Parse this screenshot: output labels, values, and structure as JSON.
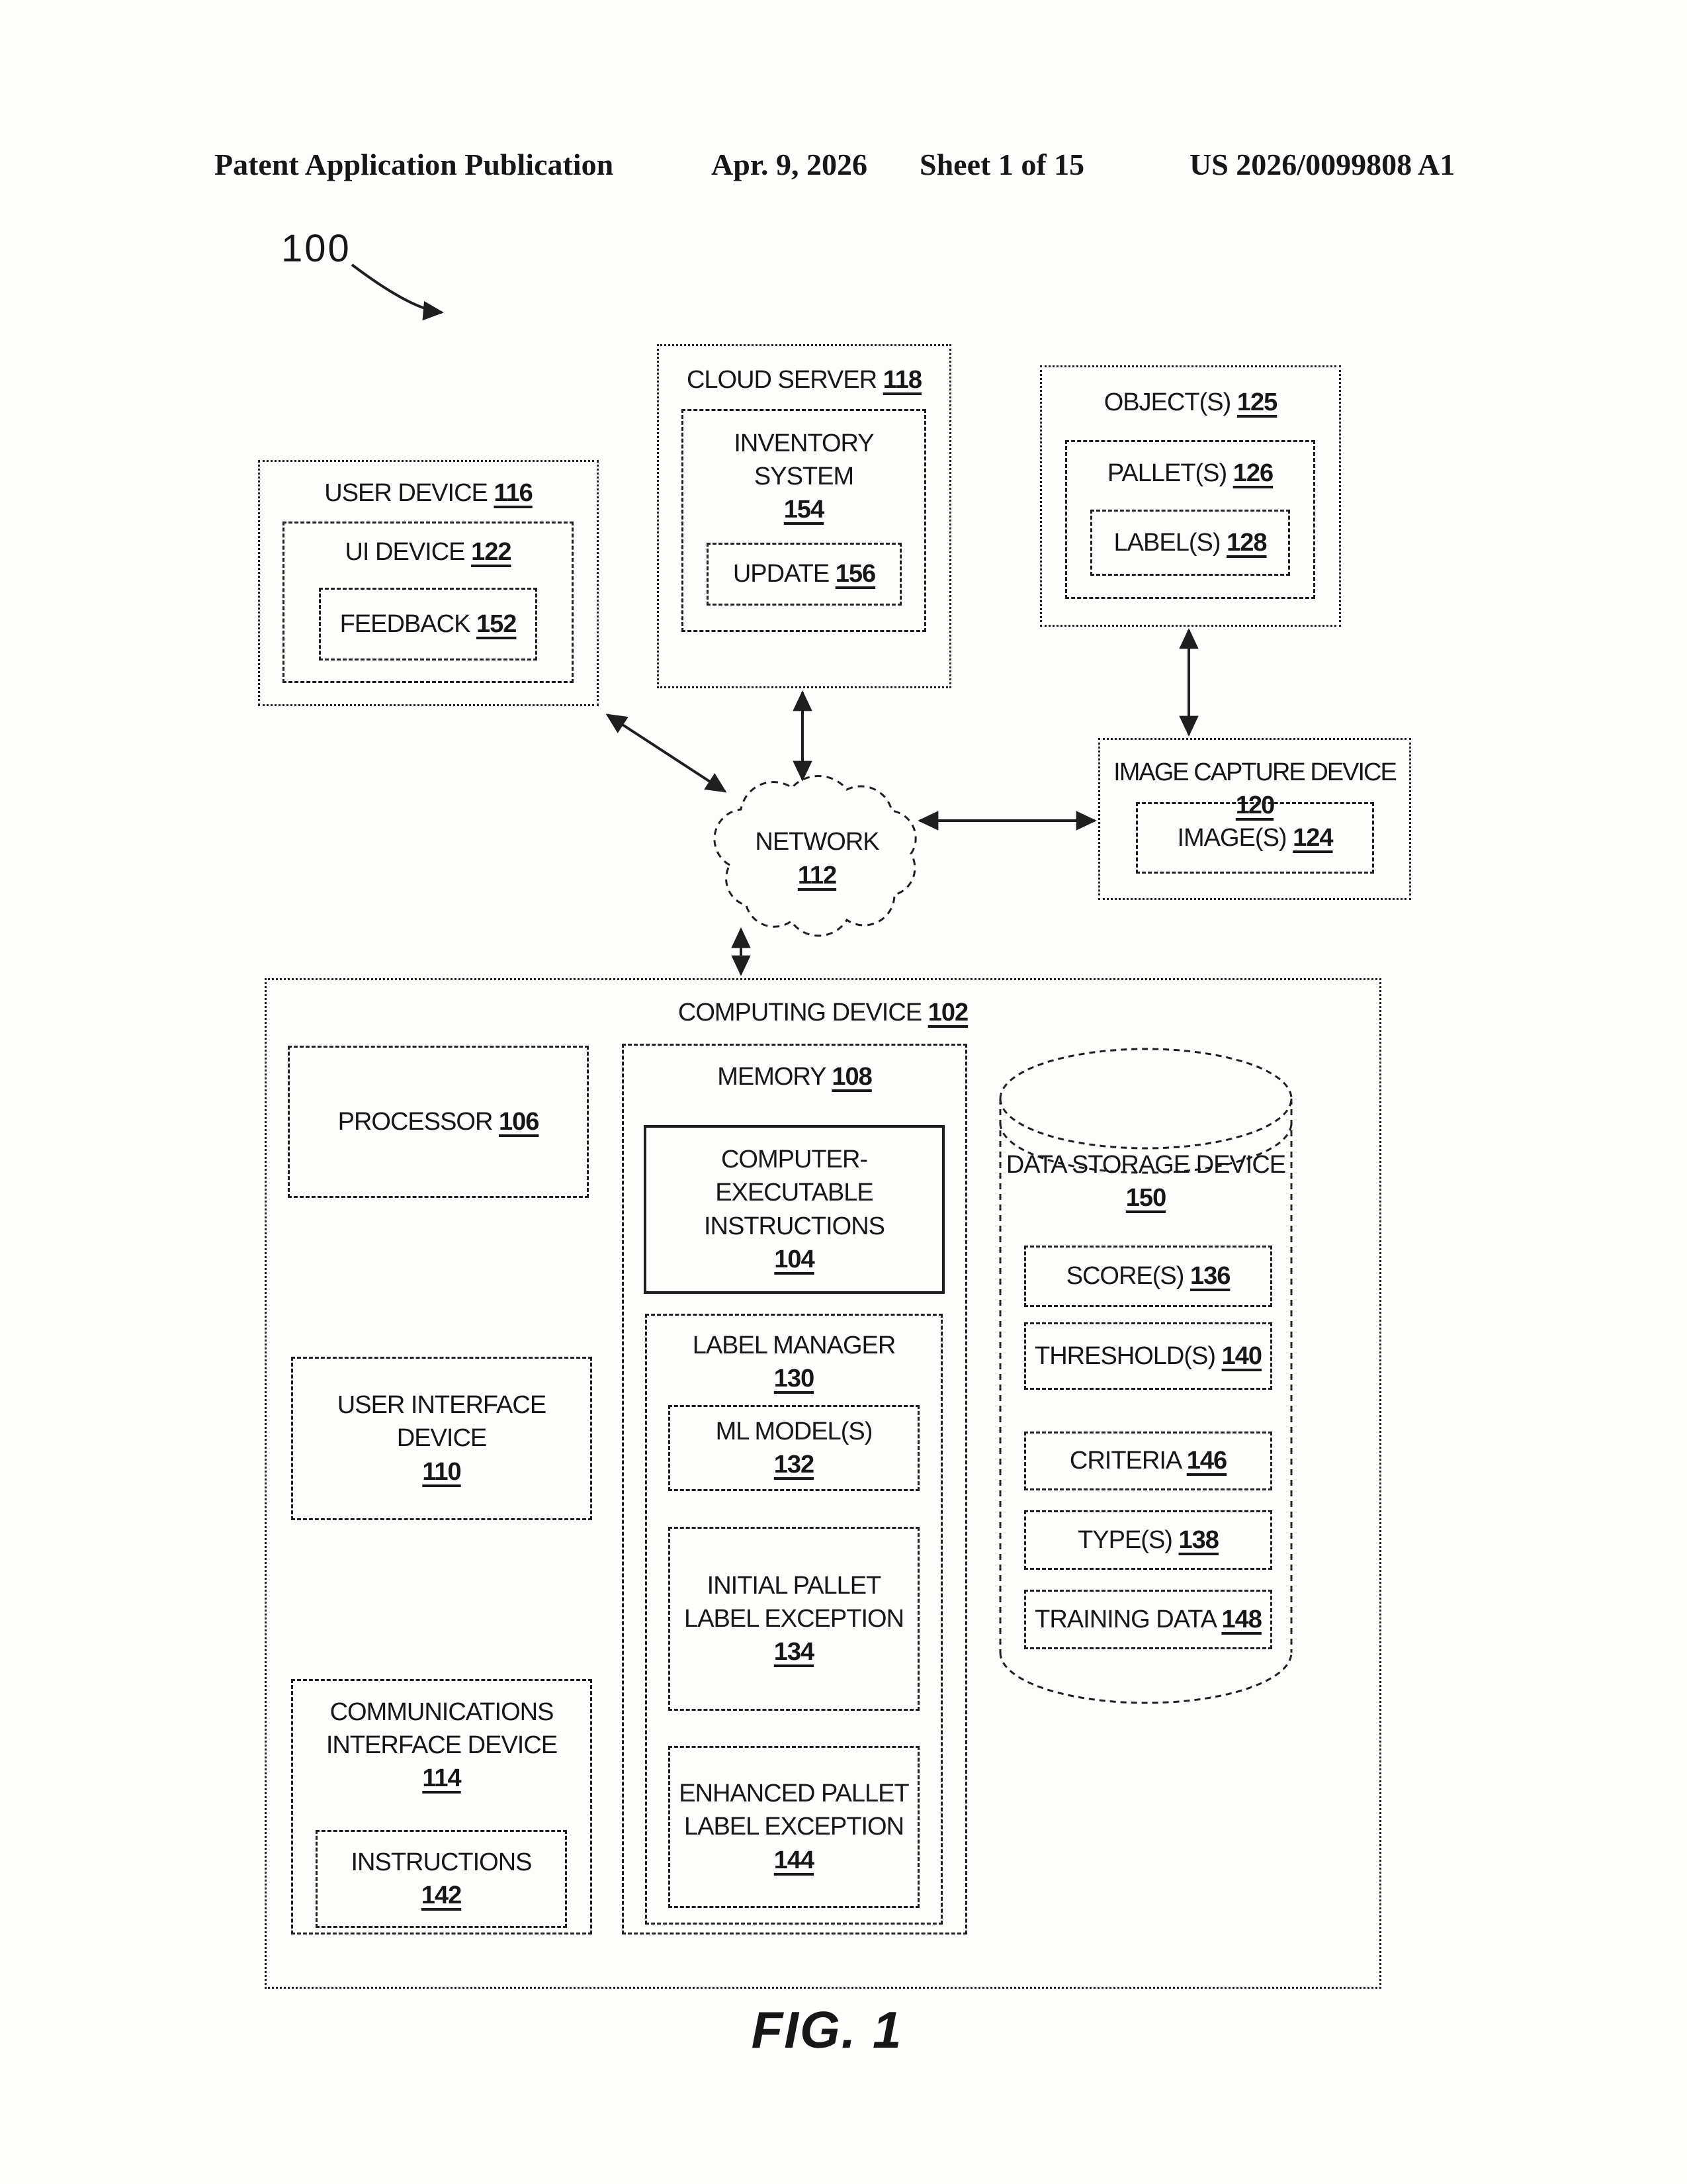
{
  "header": {
    "publication": "Patent Application Publication",
    "date": "Apr. 9, 2026",
    "sheet": "Sheet 1 of 15",
    "pub_number": "US 2026/0099808 A1"
  },
  "figure_label": "FIG. 1",
  "diagram_ref": "100",
  "nodes": {
    "user_device": {
      "label": "USER DEVICE ",
      "ref": "116"
    },
    "ui_device": {
      "label": "UI DEVICE ",
      "ref": "122"
    },
    "feedback": {
      "label": "FEEDBACK ",
      "ref": "152"
    },
    "cloud_server": {
      "label": "CLOUD SERVER ",
      "ref": "118"
    },
    "inventory_system": {
      "label": "INVENTORY\nSYSTEM\n",
      "ref": "154"
    },
    "update": {
      "label": "UPDATE ",
      "ref": "156"
    },
    "objects": {
      "label": "OBJECT(S) ",
      "ref": "125"
    },
    "pallets": {
      "label": "PALLET(S) ",
      "ref": "126"
    },
    "labels": {
      "label": "LABEL(S) ",
      "ref": "128"
    },
    "network": {
      "label": "NETWORK\n",
      "ref": "112"
    },
    "image_capture_device": {
      "label": "IMAGE CAPTURE DEVICE ",
      "ref": "120"
    },
    "images": {
      "label": "IMAGE(S) ",
      "ref": "124"
    },
    "computing_device": {
      "label": "COMPUTING DEVICE ",
      "ref": "102"
    },
    "processor": {
      "label": "PROCESSOR ",
      "ref": "106"
    },
    "memory": {
      "label": "MEMORY ",
      "ref": "108"
    },
    "computer_executable_instructions": {
      "label": "COMPUTER-\nEXECUTABLE\nINSTRUCTIONS\n",
      "ref": "104"
    },
    "label_manager": {
      "label": "LABEL MANAGER\n",
      "ref": "130"
    },
    "ml_models": {
      "label": "ML MODEL(S)\n",
      "ref": "132"
    },
    "initial_pallet_label_exception": {
      "label": "INITIAL PALLET\nLABEL EXCEPTION\n",
      "ref": "134"
    },
    "enhanced_pallet_label_exception": {
      "label": "ENHANCED PALLET\nLABEL EXCEPTION\n",
      "ref": "144"
    },
    "user_interface_device": {
      "label": "USER INTERFACE\nDEVICE\n",
      "ref": "110"
    },
    "comms_interface_device": {
      "label": "COMMUNICATIONS\nINTERFACE DEVICE\n",
      "ref": "114"
    },
    "instructions": {
      "label": "INSTRUCTIONS\n",
      "ref": "142"
    },
    "data_storage_device": {
      "label": "DATA STORAGE DEVICE\n",
      "ref": "150"
    },
    "scores": {
      "label": "SCORE(S) ",
      "ref": "136"
    },
    "thresholds": {
      "label": "THRESHOLD(S) ",
      "ref": "140"
    },
    "criteria": {
      "label": "CRITERIA ",
      "ref": "146"
    },
    "types": {
      "label": "TYPE(S) ",
      "ref": "138"
    },
    "training_data": {
      "label": "TRAINING DATA ",
      "ref": "148"
    }
  }
}
